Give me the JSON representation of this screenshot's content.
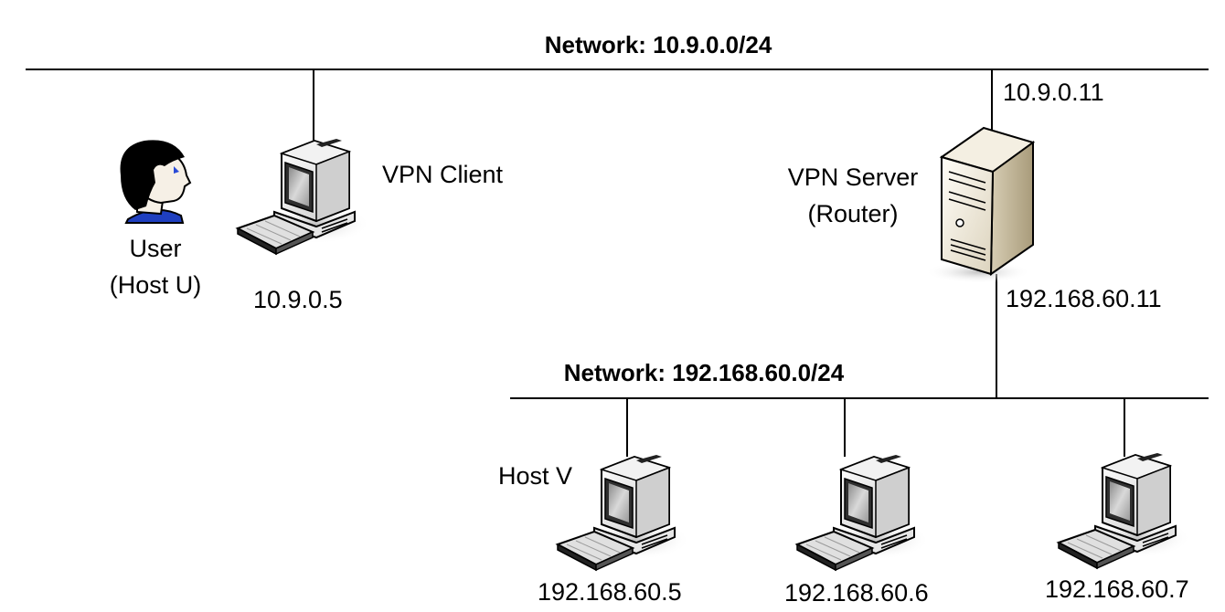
{
  "networks": {
    "top": {
      "label": "Network: 10.9.0.0/24"
    },
    "bottom": {
      "label": "Network: 192.168.60.0/24"
    }
  },
  "user": {
    "line1": "User",
    "line2": "(Host U)"
  },
  "vpn_client": {
    "label": "VPN Client",
    "ip": "10.9.0.5"
  },
  "vpn_server": {
    "line1": "VPN Server",
    "line2": "(Router)",
    "ip_top": "10.9.0.11",
    "ip_bottom": "192.168.60.11"
  },
  "hosts": [
    {
      "name": "Host V",
      "ip": "192.168.60.5"
    },
    {
      "name": "",
      "ip": "192.168.60.6"
    },
    {
      "name": "",
      "ip": "192.168.60.7"
    }
  ]
}
